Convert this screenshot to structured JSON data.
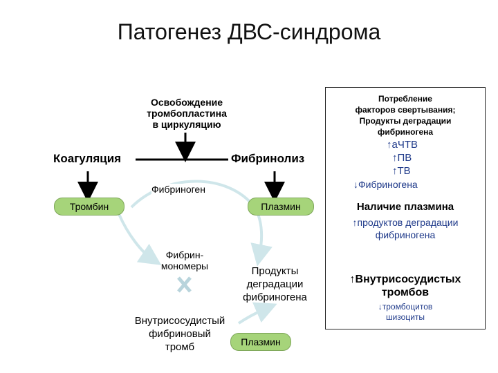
{
  "title": "Патогенез ДВС-синдрома",
  "left": {
    "release": [
      "Освобождение",
      "тромбопластина",
      "в циркуляцию"
    ],
    "coagulation": "Коагуляция",
    "fibrinolysis": "Фибринолиз",
    "fibrinogen": "Фибриноген",
    "thrombin": "Тромбин",
    "plasmin": "Плазмин",
    "fibrin_monomers": [
      "Фибрин-",
      "мономеры"
    ],
    "products": [
      "Продукты",
      "деградации",
      "фибриногена"
    ],
    "thrombus": [
      "Внутрисосудистый",
      "фибриновый",
      "тромб"
    ],
    "plasmin2": "Плазмин"
  },
  "panel": {
    "consumption": [
      "Потребление",
      "факторов свертывания;",
      "Продукты деградации",
      "фибриногена"
    ],
    "aptt": "аЧТВ",
    "pv": "ПВ",
    "tv": "ТВ",
    "fibrinogen_down": "Фибриногена",
    "plasmin_presence": "Наличие плазмина",
    "products_up": [
      "продуктов деградации",
      "фибриногена"
    ],
    "thrombi": [
      "Внутрисосудистых",
      "тромбов"
    ],
    "platelets": "тромбоцитов",
    "schistocytes": "шизоциты"
  },
  "colors": {
    "node_fill": "#a6d47a",
    "curve": "#cfe6ea",
    "blue_text": "#1f3a8a"
  }
}
